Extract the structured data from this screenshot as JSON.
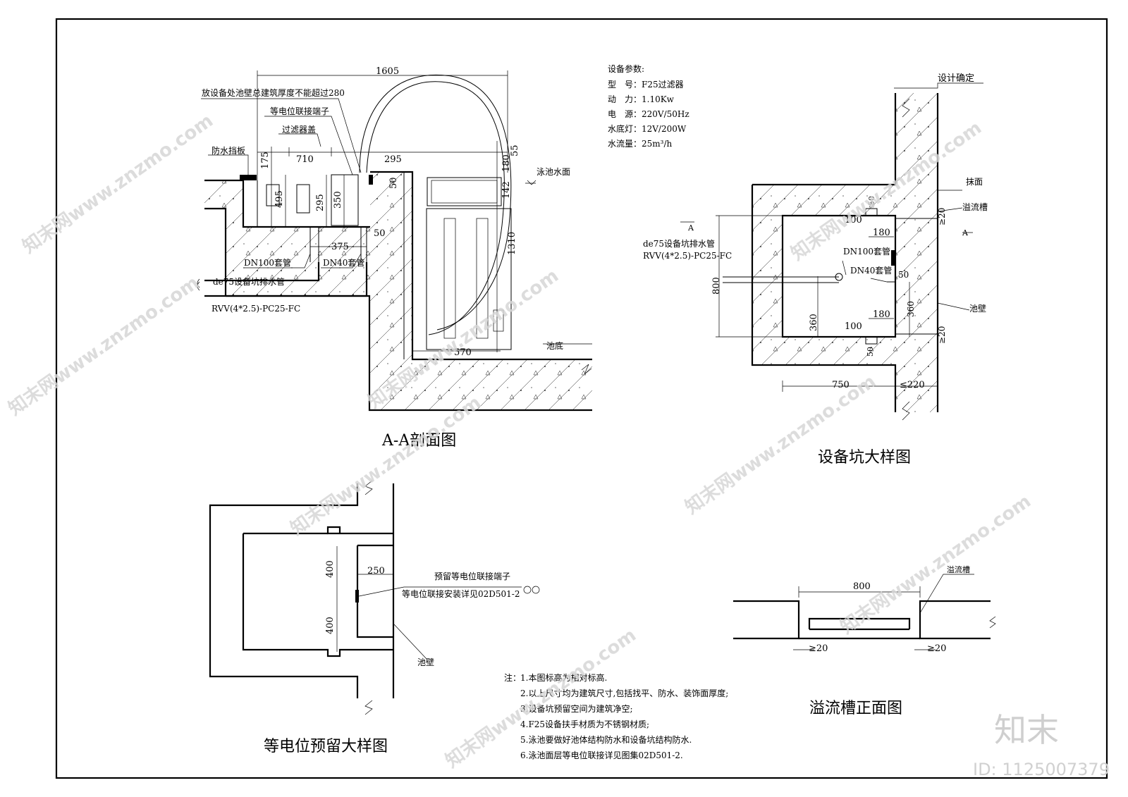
{
  "section_aa": {
    "title": "A-A剖面图",
    "dim_total": "1605",
    "dim_710": "710",
    "dim_295_top": "295",
    "dim_175": "175",
    "dim_495": "495",
    "dim_295_left": "295",
    "dim_350": "350",
    "dim_375": "375",
    "dim_50_right": "50",
    "dim_50_top": "50",
    "dim_180": "180",
    "dim_55": "55",
    "dim_142": "142",
    "dim_1310": "1310",
    "dim_570": "570",
    "label_wall_limit": "放设备处池壁总建筑厚度不能超过280",
    "label_bonding_terminal": "等电位联接端子",
    "label_filter_cover": "过滤器盖",
    "label_waterproof_board": "防水挡板",
    "label_water_surface": "泳池水面",
    "label_dn100": "DN100套管",
    "label_dn40": "DN40套管",
    "label_drain": "de75设备坑排水管",
    "label_cable": "RVV(4*2.5)-PC25-FC",
    "label_pool_bottom": "池底"
  },
  "params": {
    "heading": "设备参数:",
    "lines": [
      "型　号：F25过滤器",
      "动　力：1.10Kw",
      "电　源：220V/50Hz",
      "水底灯：12V/200W",
      "水流量：25m³/h"
    ]
  },
  "pit_detail": {
    "title": "设备坑大样图",
    "label_design": "设计确定",
    "label_plaster": "抹面",
    "label_overflow": "溢流槽",
    "label_wall": "池壁",
    "label_drain": "de75设备坑排水管",
    "label_cable": "RVV(4*2.5)-PC25-FC",
    "label_dn100": "DN100套管",
    "label_dn40": "DN40套管",
    "section_mark": "A",
    "dim_800": "800",
    "dim_360_left": "360",
    "dim_360_right": "360",
    "dim_100_top": "100",
    "dim_100_bottom": "100",
    "dim_180_top": "180",
    "dim_180_bottom": "180",
    "dim_50_top": "50",
    "dim_50_mid": "50",
    "dim_50_bottom": "50",
    "dim_ge20_top": "≥20",
    "dim_ge20_bottom": "≥20",
    "dim_750": "750",
    "dim_220": "≤220"
  },
  "bonding_detail": {
    "title": "等电位预留大样图",
    "dim_250": "250",
    "dim_400_top": "400",
    "dim_400_bottom": "400",
    "label_reserve": "预留等电位联接端子",
    "label_install": "等电位联接安装详见02D501-2",
    "label_wall": "池壁"
  },
  "overflow_front": {
    "title": "溢流槽正面图",
    "dim_800": "800",
    "dim_ge20_left": "≥20",
    "dim_ge20_right": "≥20",
    "label_overflow": "溢流槽"
  },
  "notes": {
    "prefix": "注：",
    "items": [
      "1.本图标高为相对标高.",
      "2.以上尺寸均为建筑尺寸,包括找平、防水、装饰面厚度;",
      "3.设备坑预留空间为建筑净空;",
      "4.F25设备扶手材质为不锈钢材质;",
      "5.泳池要做好池体结构防水和设备坑结构防水.",
      "6.泳池面层等电位联接详见图集02D501-2."
    ]
  },
  "watermark": {
    "text": "知末网www.znzmo.com",
    "brand": "知末",
    "id_text": "ID: 1125007379"
  }
}
